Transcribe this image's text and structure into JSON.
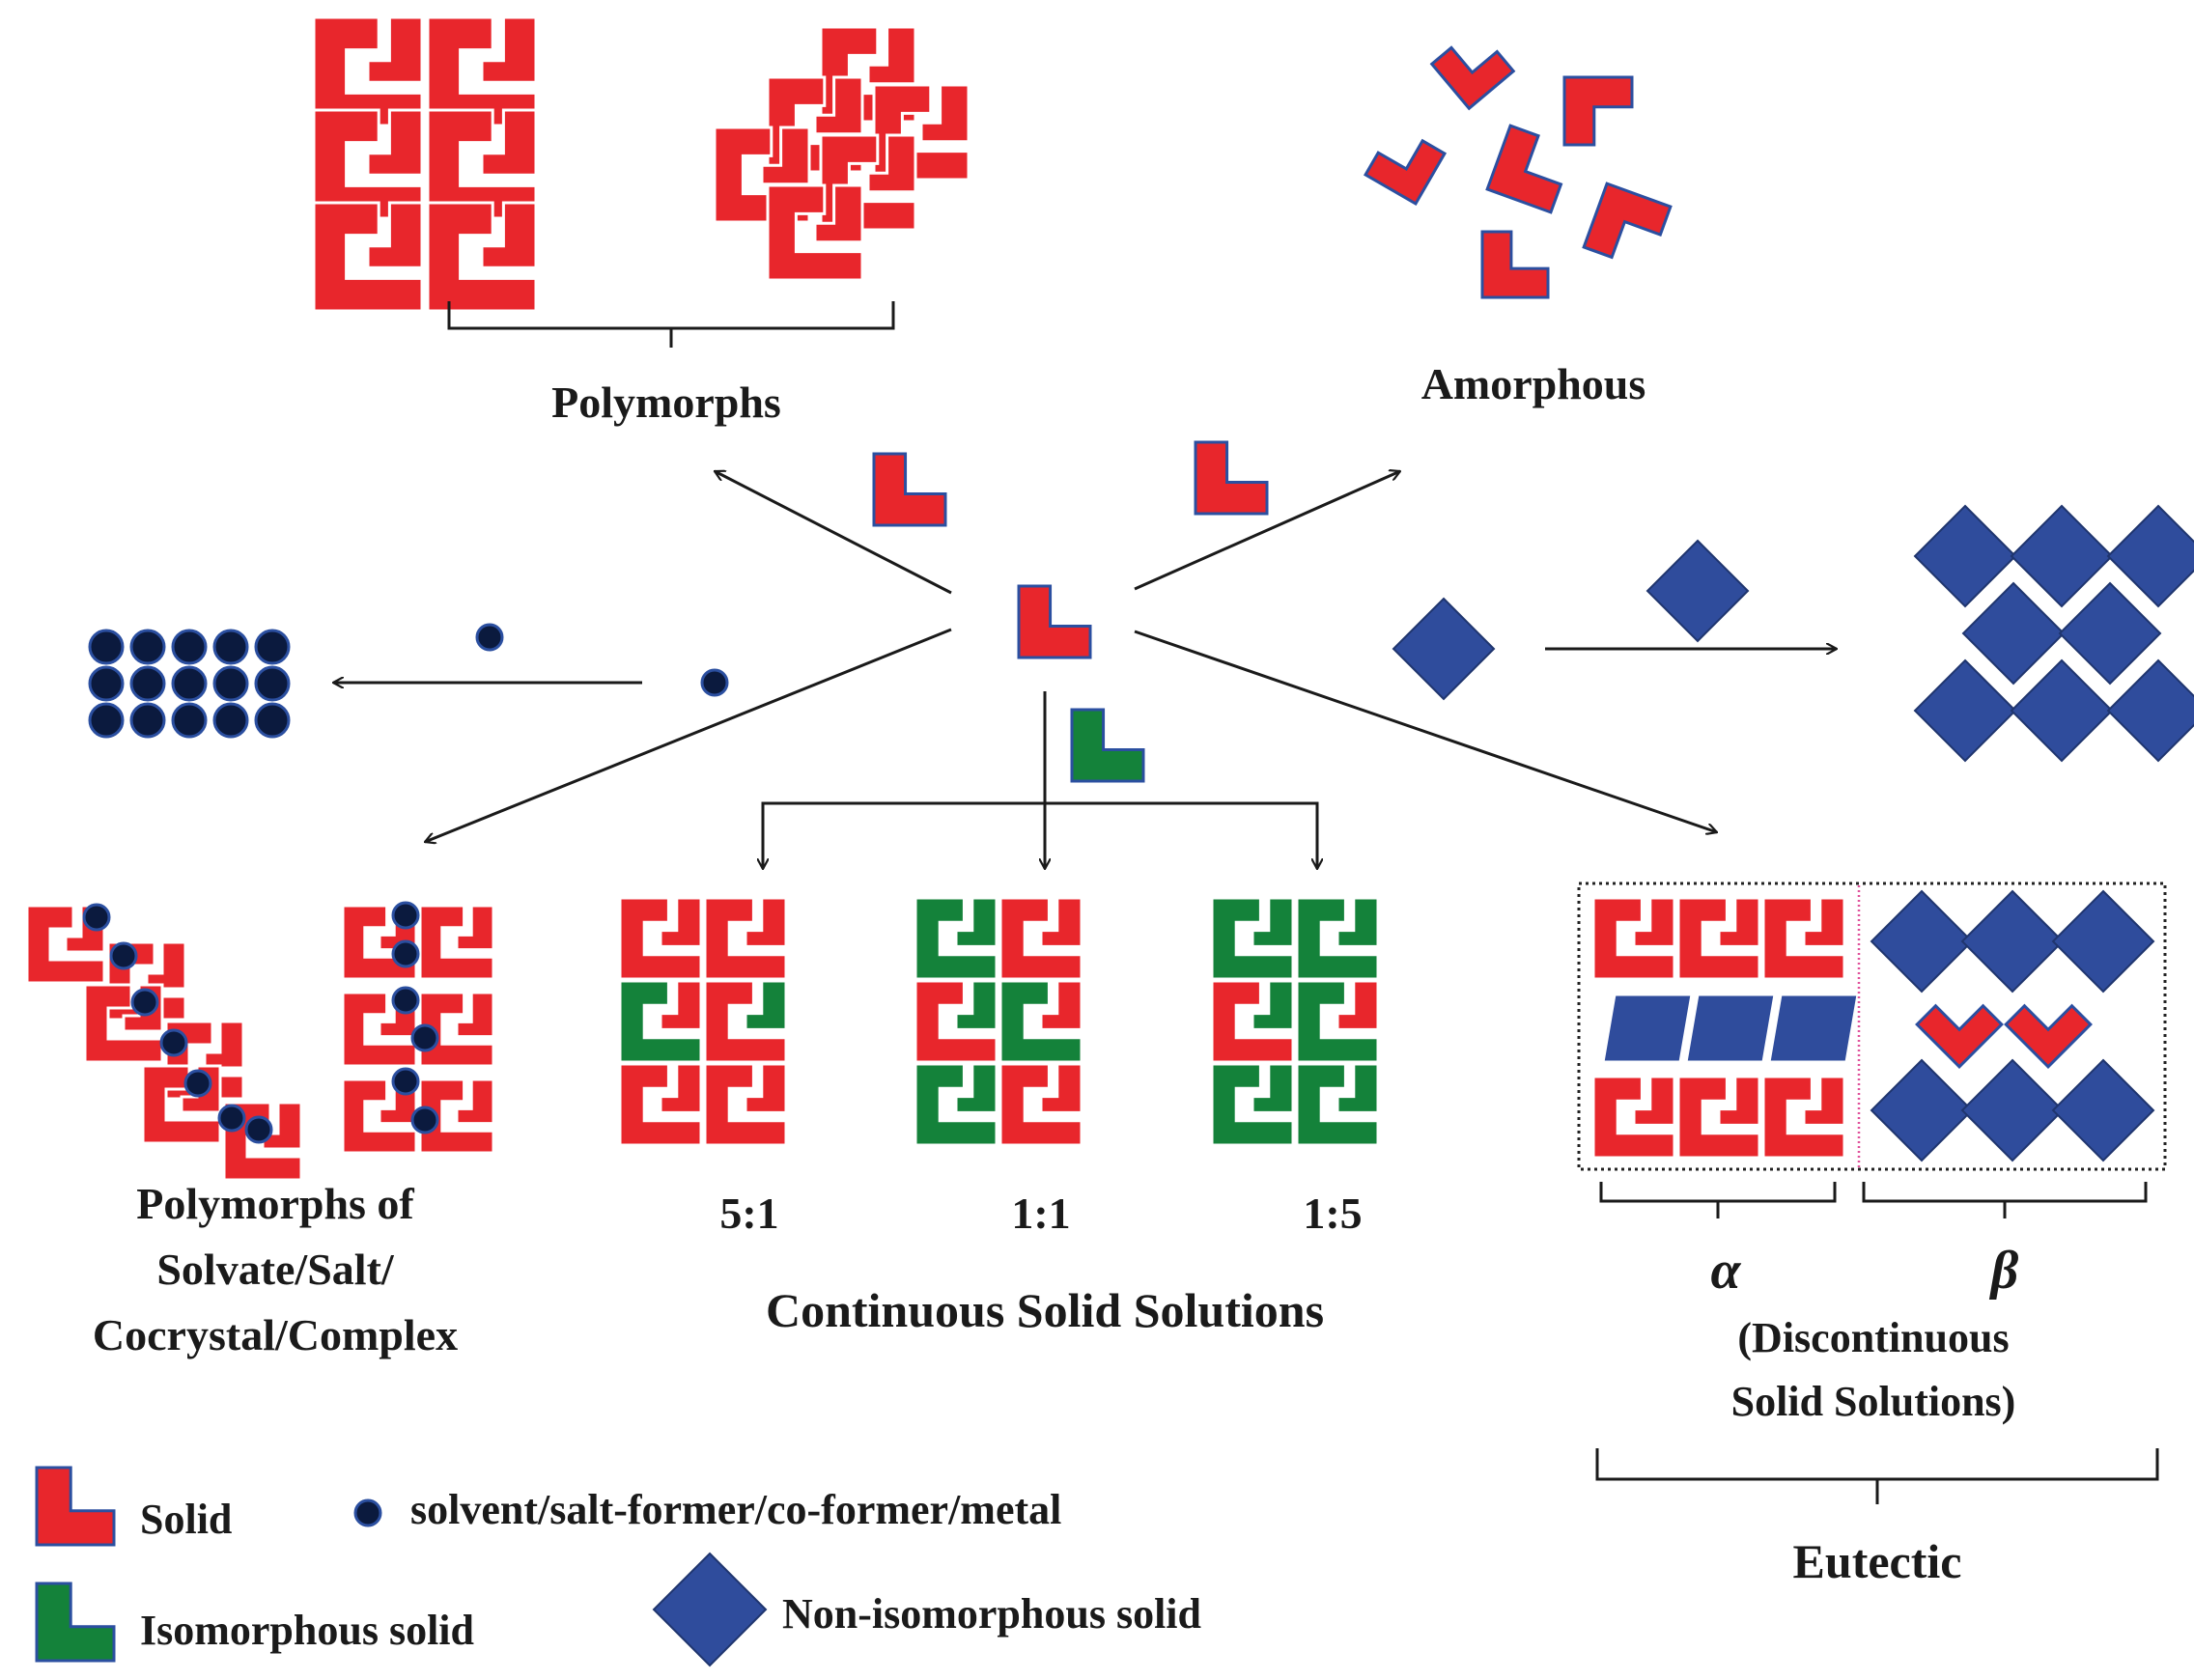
{
  "labels": {
    "polymorphs": "Polymorphs",
    "amorphous": "Amorphous",
    "polymorphs_of_line1": "Polymorphs of",
    "polymorphs_of_line2": "Solvate/Salt/",
    "polymorphs_of_line3": "Cocrystal/Complex",
    "ratio_5_1": "5:1",
    "ratio_1_1": "1:1",
    "ratio_1_5": "1:5",
    "continuous_solid_solutions": "Continuous Solid Solutions",
    "alpha": "α",
    "beta": "β",
    "discontinuous_line1": "(Discontinuous",
    "discontinuous_line2": "Solid Solutions)",
    "eutectic": "Eutectic"
  },
  "legend": {
    "solid": "Solid",
    "solvent": "solvent/salt-former/co-former/metal",
    "isomorphous": "Isomorphous solid",
    "non_isomorphous": "Non-isomorphous solid"
  },
  "colors": {
    "solid": "#e8262c",
    "isomorphous": "#14823a",
    "non_isomorphous": "#2f4c9c",
    "outline": "#2b4fa0",
    "dot": "#0b1a3e",
    "line": "#1a1a1a",
    "dotted_box": "#222222",
    "divider": "#e0509a"
  }
}
